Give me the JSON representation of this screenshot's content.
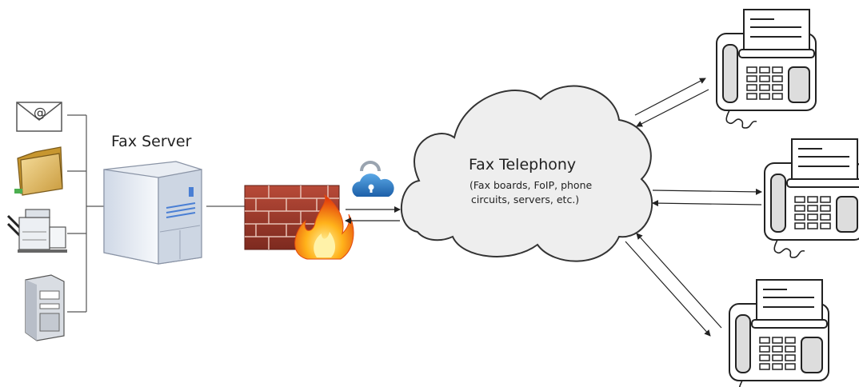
{
  "fax_server": {
    "label": "Fax Server"
  },
  "cloud": {
    "title": "Fax Telephony",
    "subtitle_line1": "(Fax boards, FoIP, phone",
    "subtitle_line2": "circuits, servers, etc.)"
  },
  "email_icon": {
    "symbol": "@"
  },
  "sources": [
    "email-icon",
    "folder-icon",
    "printer-copier-icon",
    "desktop-computer-icon"
  ],
  "security": [
    "firewall-icon",
    "cloud-lock-icon"
  ],
  "endpoints": [
    "fax-machine-icon",
    "fax-machine-icon",
    "fax-machine-icon"
  ]
}
